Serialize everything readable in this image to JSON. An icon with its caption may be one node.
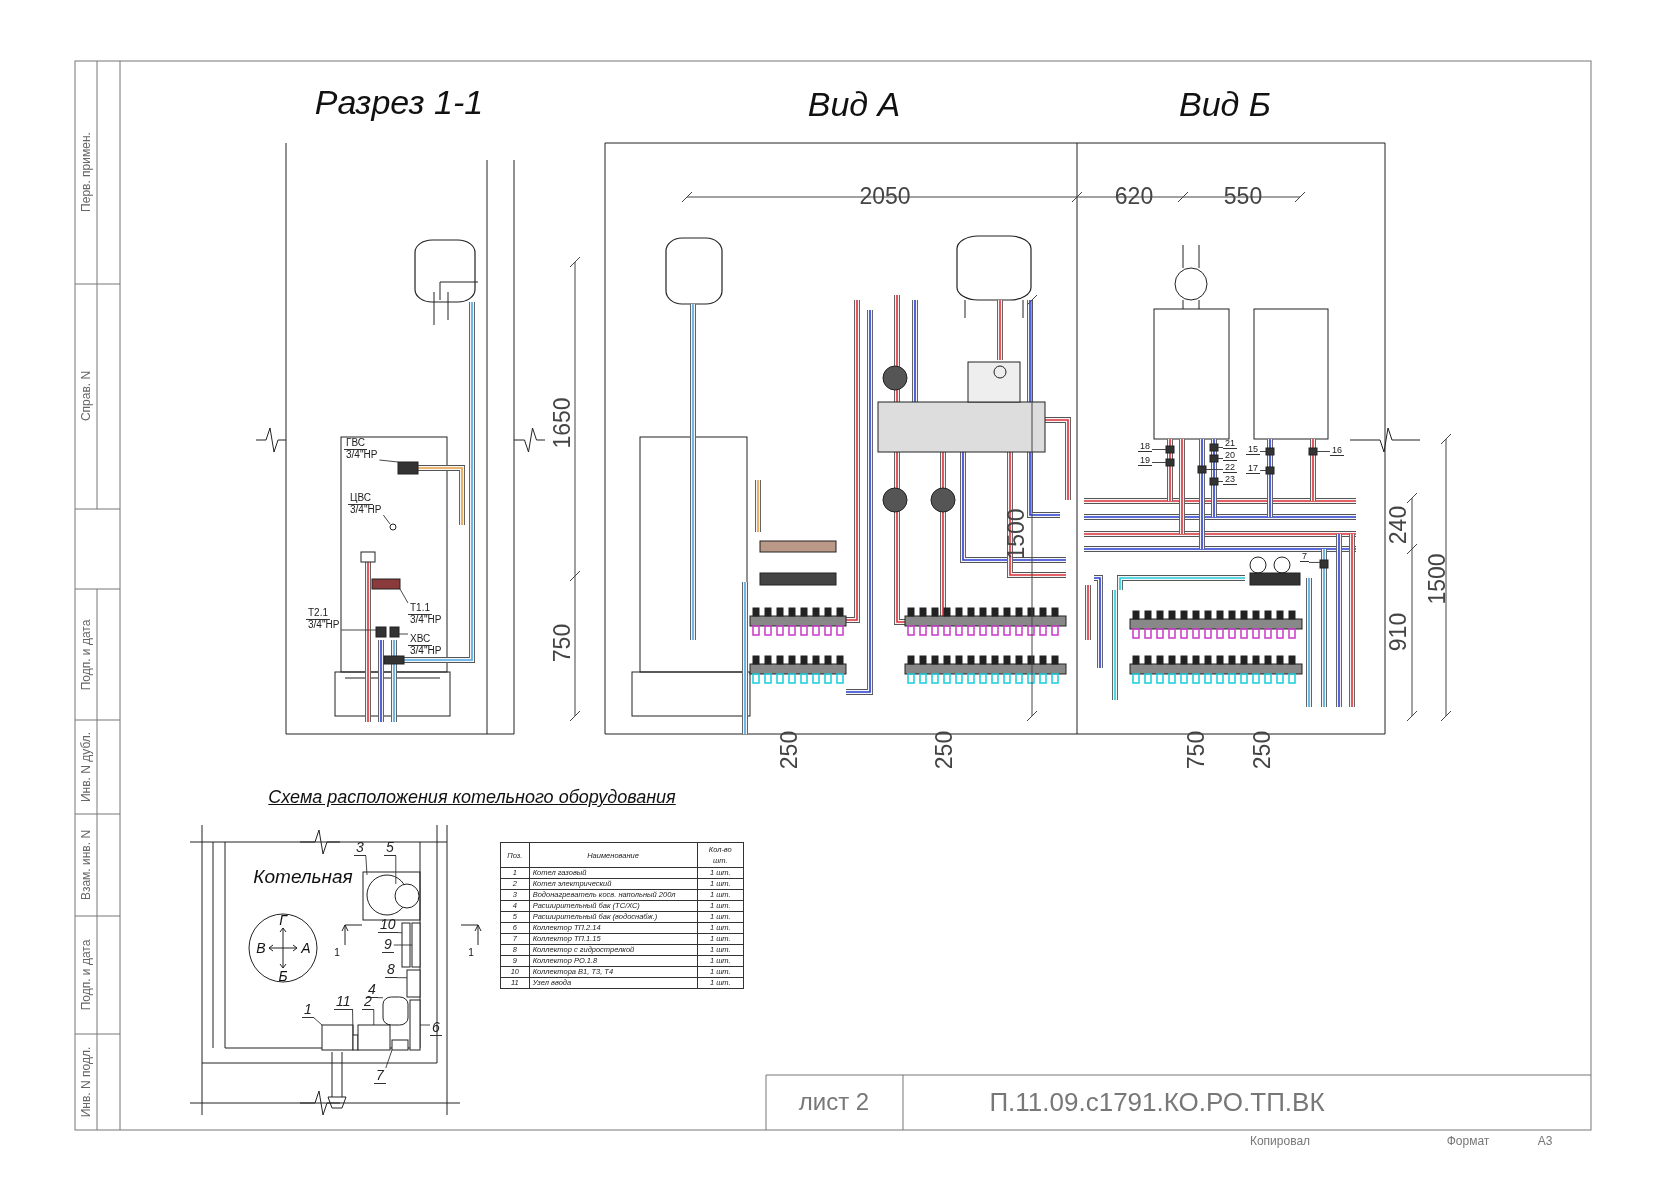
{
  "diagram": {
    "nodes": [
      {
        "text": [
          "ГВС",
          "3/4\"НР"
        ]
      },
      {
        "text": [
          "ЦВС",
          "3/4\"НР"
        ]
      },
      {
        "text": [
          "Т2.1",
          "3/4\"НР"
        ]
      },
      {
        "text": [
          "Т1.1",
          "3/4\"НР"
        ]
      },
      {
        "text": [
          "ХВС",
          "3/4\"НР"
        ]
      },
      {
        "text": [
          "18"
        ]
      },
      {
        "text": [
          "19"
        ]
      },
      {
        "text": [
          "21"
        ]
      },
      {
        "text": [
          "20"
        ]
      },
      {
        "text": [
          "22"
        ]
      },
      {
        "text": [
          "23"
        ]
      },
      {
        "text": [
          "15"
        ]
      },
      {
        "text": [
          "17"
        ]
      },
      {
        "text": [
          "16"
        ]
      },
      {
        "text": [
          "7"
        ]
      },
      {
        "text": [
          "3"
        ]
      },
      {
        "text": [
          "5"
        ]
      },
      {
        "text": [
          "10"
        ]
      },
      {
        "text": [
          "9"
        ]
      },
      {
        "text": [
          "8"
        ]
      },
      {
        "text": [
          "4"
        ]
      },
      {
        "text": [
          "1"
        ]
      },
      {
        "text": [
          "11"
        ]
      },
      {
        "text": [
          "2"
        ]
      },
      {
        "text": [
          "6"
        ]
      },
      {
        "text": [
          "7"
        ]
      },
      {
        "text": [],
        "shape": "box"
      },
      {
        "text": [],
        "shape": "circle"
      },
      {
        "text": [],
        "shape": "box"
      },
      {
        "text": [],
        "shape": "box"
      },
      {
        "text": [],
        "shape": "box"
      },
      {
        "text": [],
        "shape": "box"
      },
      {
        "text": [],
        "shape": "box"
      },
      {
        "text": [],
        "shape": "box"
      },
      {
        "text": [],
        "shape": "box"
      },
      {
        "text": [],
        "shape": "box"
      },
      {
        "text": [],
        "shape": "box"
      },
      {
        "text": [],
        "shape": "box"
      },
      {
        "text": [],
        "shape": "box"
      },
      {
        "text": [],
        "shape": "box"
      },
      {
        "text": [],
        "shape": "box"
      },
      {
        "text": [],
        "shape": "circle"
      },
      {
        "text": [],
        "shape": "circle"
      },
      {
        "text": [],
        "shape": "bar"
      },
      {
        "text": [],
        "shape": "bar"
      },
      {
        "text": [],
        "shape": "box"
      },
      {
        "text": [],
        "shape": "cylinder"
      },
      {
        "text": [],
        "shape": "box"
      },
      {
        "text": [],
        "shape": "box"
      },
      {
        "text": [],
        "shape": "box"
      },
      {
        "text": [],
        "shape": "bar"
      },
      {
        "text": [],
        "shape": "box"
      }
    ],
    "edges": [
      {
        "from": 0,
        "to": 26,
        "arrow": "none"
      },
      {
        "from": 1,
        "to": 27,
        "arrow": "none"
      },
      {
        "from": 2,
        "to": 28,
        "arrow": "none"
      },
      {
        "from": 3,
        "to": 29,
        "arrow": "none"
      },
      {
        "from": 4,
        "to": 30,
        "arrow": "none"
      },
      {
        "from": 5,
        "to": 31,
        "arrow": "none"
      },
      {
        "from": 6,
        "to": 32,
        "arrow": "none"
      },
      {
        "from": 7,
        "to": 33,
        "arrow": "none"
      },
      {
        "from": 8,
        "to": 34,
        "arrow": "none"
      },
      {
        "from": 9,
        "to": 35,
        "arrow": "none"
      },
      {
        "from": 10,
        "to": 36,
        "arrow": "none"
      },
      {
        "from": 11,
        "to": 37,
        "arrow": "none"
      },
      {
        "from": 12,
        "to": 38,
        "arrow": "none"
      },
      {
        "from": 13,
        "to": 39,
        "arrow": "none"
      },
      {
        "from": 14,
        "to": 40,
        "arrow": "none"
      },
      {
        "from": 15,
        "to": 41,
        "arrow": "none"
      },
      {
        "from": 16,
        "to": 42,
        "arrow": "none"
      },
      {
        "from": 17,
        "to": 43,
        "arrow": "none"
      },
      {
        "from": 18,
        "to": 44,
        "arrow": "none"
      },
      {
        "from": 19,
        "to": 45,
        "arrow": "none"
      },
      {
        "from": 20,
        "to": 46,
        "arrow": "none"
      },
      {
        "from": 21,
        "to": 47,
        "arrow": "none"
      },
      {
        "from": 22,
        "to": 48,
        "arrow": "none"
      },
      {
        "from": 23,
        "to": 49,
        "arrow": "none"
      },
      {
        "from": 24,
        "to": 50,
        "arrow": "none"
      },
      {
        "from": 25,
        "to": 51,
        "arrow": "none"
      }
    ],
    "labels": [
      "Разрез 1-1",
      "Вид А",
      "Вид Б",
      "2050",
      "620",
      "550",
      "1650",
      "750",
      "1500",
      "240",
      "910",
      "1500",
      "250",
      "250",
      "750",
      "250",
      "Схема расположения котельного оборудования",
      "Котельная",
      "Г",
      "В",
      "А",
      "Б",
      "1",
      "1",
      "Поз.",
      "Наименование",
      "Кол-во шт.",
      "1",
      "Котел газовый",
      "1 шт.",
      "2",
      "Котел электрический",
      "1 шт.",
      "3",
      "Водонагреватель косв. напольный 200л",
      "1 шт.",
      "4",
      "Расширительный бак (ТС/ХС)",
      "1 шт.",
      "5",
      "Расширительный бак (водоснабж.)",
      "1 шт.",
      "6",
      "Коллектор ТП.2.14",
      "1 шт.",
      "7",
      "Коллектор ТП.1.15",
      "1 шт.",
      "8",
      "Коллектор с гидрострелкой",
      "1 шт.",
      "9",
      "Коллектор РО.1.8",
      "1 шт.",
      "10",
      "Коллектора В1, Т3, Т4",
      "1 шт.",
      "11",
      "Узел ввода",
      "1 шт.",
      "лист 2",
      "П.11.09.с1791.КО.РО.ТП.ВК",
      "Копировал",
      "Формат",
      "А3",
      "Перв. примен.",
      "Справ. N",
      "Подп. и дата",
      "Инв. N дубл.",
      "Взам. инв. N",
      "Подп. и дата",
      "Инв. N подл."
    ]
  }
}
